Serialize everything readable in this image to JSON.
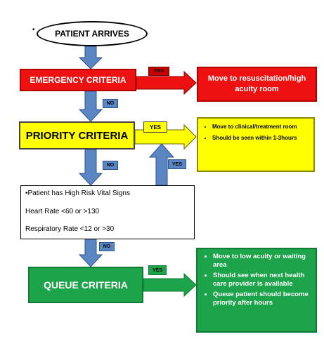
{
  "start": {
    "label": "PATIENT ARRIVES",
    "mark": "•"
  },
  "emergency": {
    "label": "EMERGENCY CRITERIA",
    "yes_label": "YES",
    "no_label": "NO"
  },
  "resuscitation": {
    "text": "Move to resuscitation/high acuity room"
  },
  "priority": {
    "label": "PRIORITY CRITERIA",
    "yes_label": "YES",
    "no_label": "NO",
    "yes_up_label": "YES"
  },
  "clinical": {
    "bullets": [
      "Move to clinical/treatment room",
      "Should  be seen within 1-3hours"
    ]
  },
  "vitals": {
    "lines": [
      "•Patient has High Risk Vital Signs",
      "Heart Rate <60 or >130",
      "Respiratory Rate <12 or >30"
    ],
    "no_label": "NO"
  },
  "queue": {
    "label": "QUEUE CRITERIA",
    "yes_label": "YES"
  },
  "low_acuity": {
    "bullets": [
      "Move to low acuity or waiting area",
      "Should see when next health care provider is available",
      "Queue patient should become priority after hours"
    ]
  },
  "colors": {
    "emergency_red": "#ee1111",
    "priority_yellow": "#ffff00",
    "queue_green": "#1da34a",
    "arrow_blue": "#5b86c4"
  }
}
